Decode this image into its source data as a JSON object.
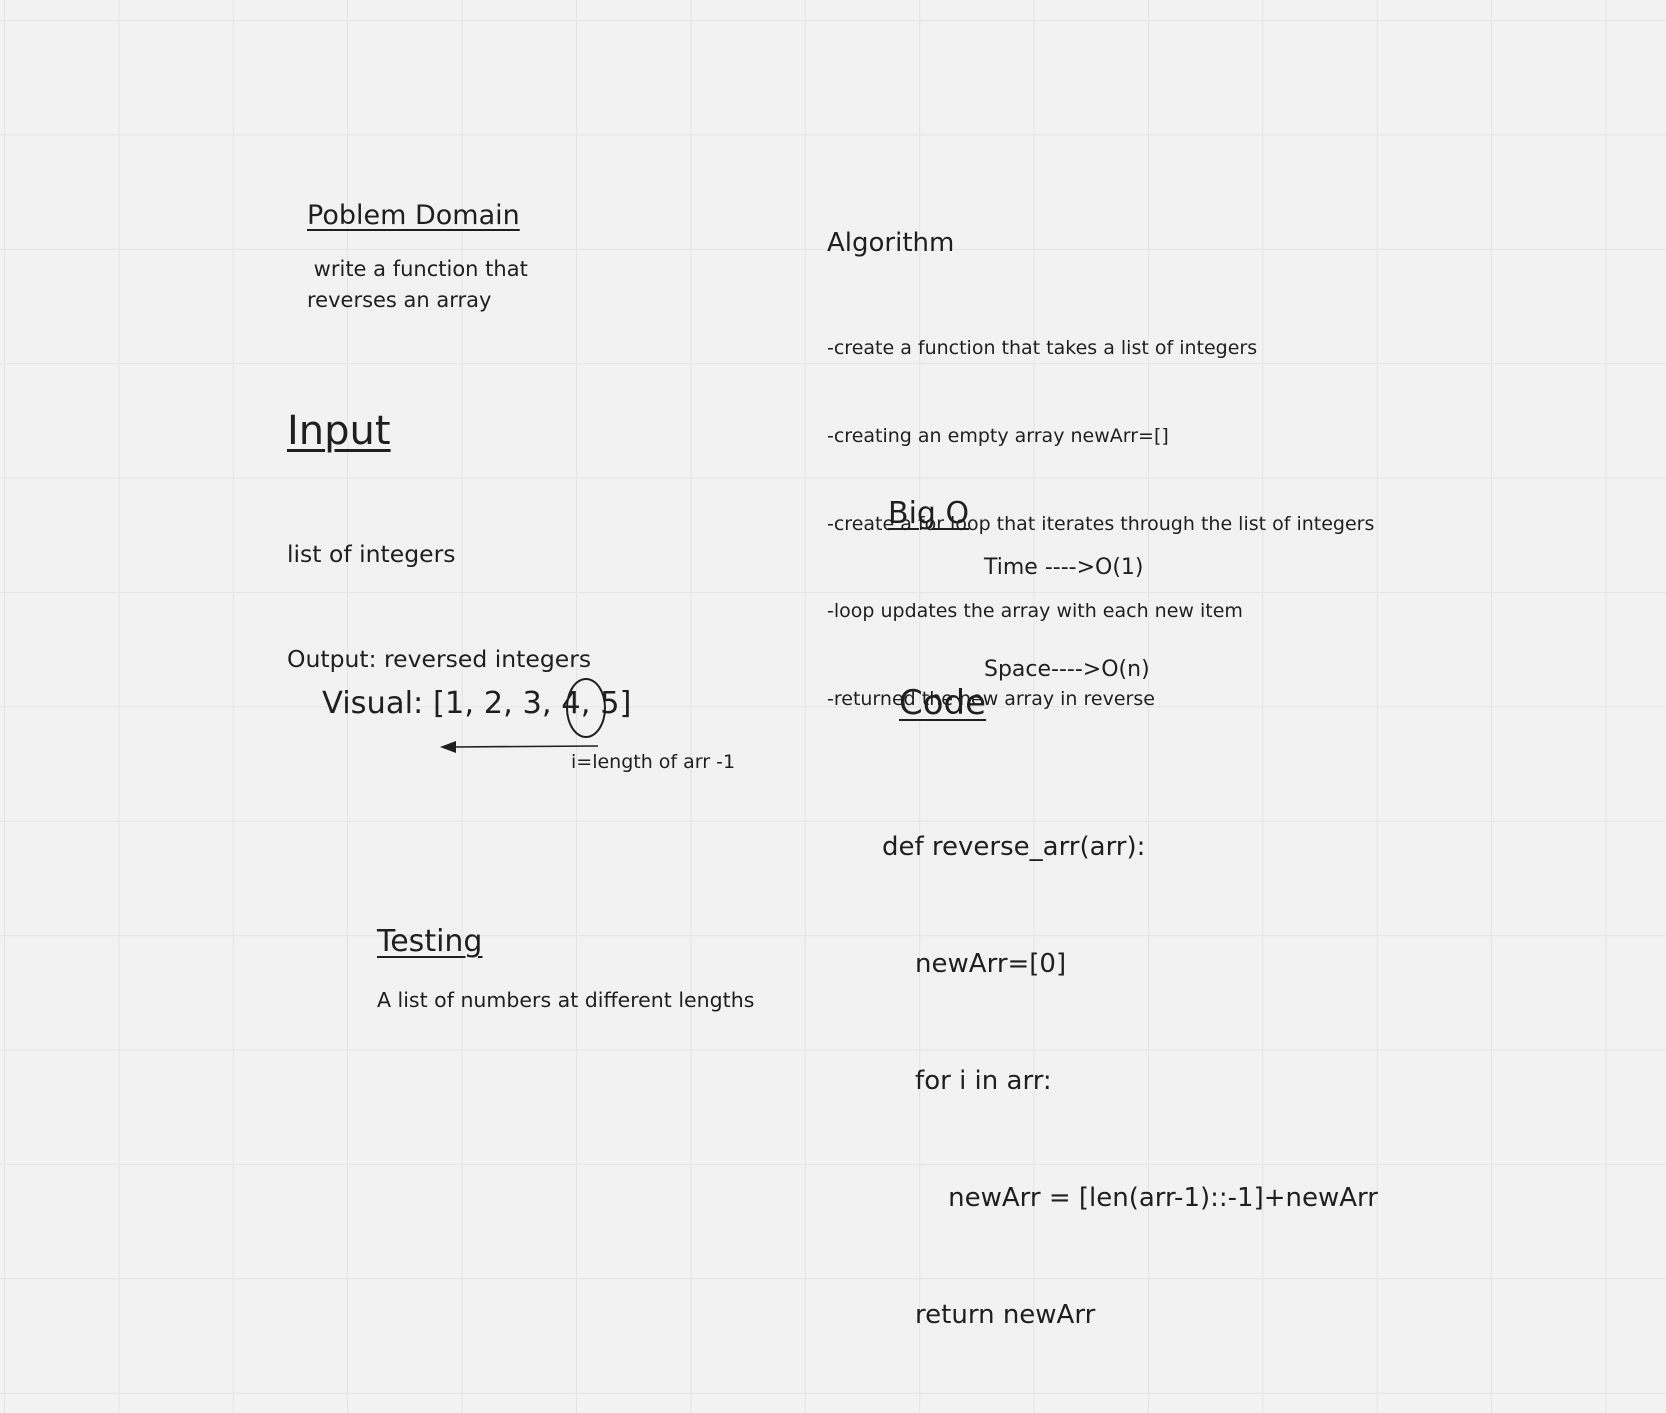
{
  "problem_domain": {
    "title": "Poblem Domain",
    "body": " write a function that\nreverses an array"
  },
  "input": {
    "title": "Input",
    "lines": [
      "list of integers",
      "Output: reversed integers"
    ]
  },
  "algorithm": {
    "title": "Algorithm",
    "steps": [
      "-create a function that takes a list of integers",
      "-creating an empty array newArr=[]",
      "-create a for loop that iterates through the list of integers",
      "-loop updates the array with each new item",
      "-returned the new array in reverse"
    ]
  },
  "big_o": {
    "title": "Big O",
    "time": "Time ---->O(1)",
    "space": "Space---->O(n)"
  },
  "visual": {
    "text": "Visual: [1, 2, 3, 4, 5]",
    "arrow_note": "i=length of arr -1"
  },
  "code": {
    "title": "Code",
    "lines": [
      "def reverse_arr(arr):",
      "    newArr=[0]",
      "    for i in arr:",
      "        newArr = [len(arr-1)::-1]+newArr",
      "    return newArr"
    ]
  },
  "testing": {
    "title": "Testing",
    "body": "A list of numbers at different lengths"
  }
}
